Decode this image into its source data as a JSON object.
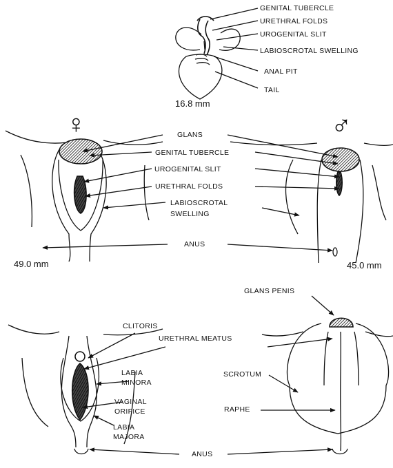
{
  "stage1": {
    "labels": {
      "genital_tubercle": "GENITAL TUBERCLE",
      "urethral_folds": "URETHRAL FOLDS",
      "urogenital_slit": "UROGENITAL SLIT",
      "labioscrotal_swelling": "LABIOSCROTAL SWELLING",
      "anal_pit": "ANAL PIT",
      "tail": "TAIL"
    },
    "size": "16.8 mm"
  },
  "stage2": {
    "female_symbol": "♀",
    "male_symbol": "♂",
    "labels": {
      "glans": "GLANS",
      "genital_tubercle": "GENITAL TUBERCLE",
      "urogenital_slit": "UROGENITAL SLIT",
      "urethral_folds": "URETHRAL FOLDS",
      "labioscrotal_1": "LABIOSCROTAL",
      "labioscrotal_2": "SWELLING",
      "anus": "ANUS"
    },
    "female_size": "49.0 mm",
    "male_size": "45.0 mm"
  },
  "stage3": {
    "labels": {
      "glans_penis": "GLANS PENIS",
      "clitoris": "CLITORIS",
      "urethral_meatus": "URETHRAL MEATUS",
      "labia_minora_1": "LABIA",
      "labia_minora_2": "MINORA",
      "scrotum": "SCROTUM",
      "vaginal_orifice_1": "VAGINAL",
      "vaginal_orifice_2": "ORIFICE",
      "raphe": "RAPHE",
      "labia_majora_1": "LABIA",
      "labia_majora_2": "MAJORA",
      "anus": "ANUS"
    }
  }
}
